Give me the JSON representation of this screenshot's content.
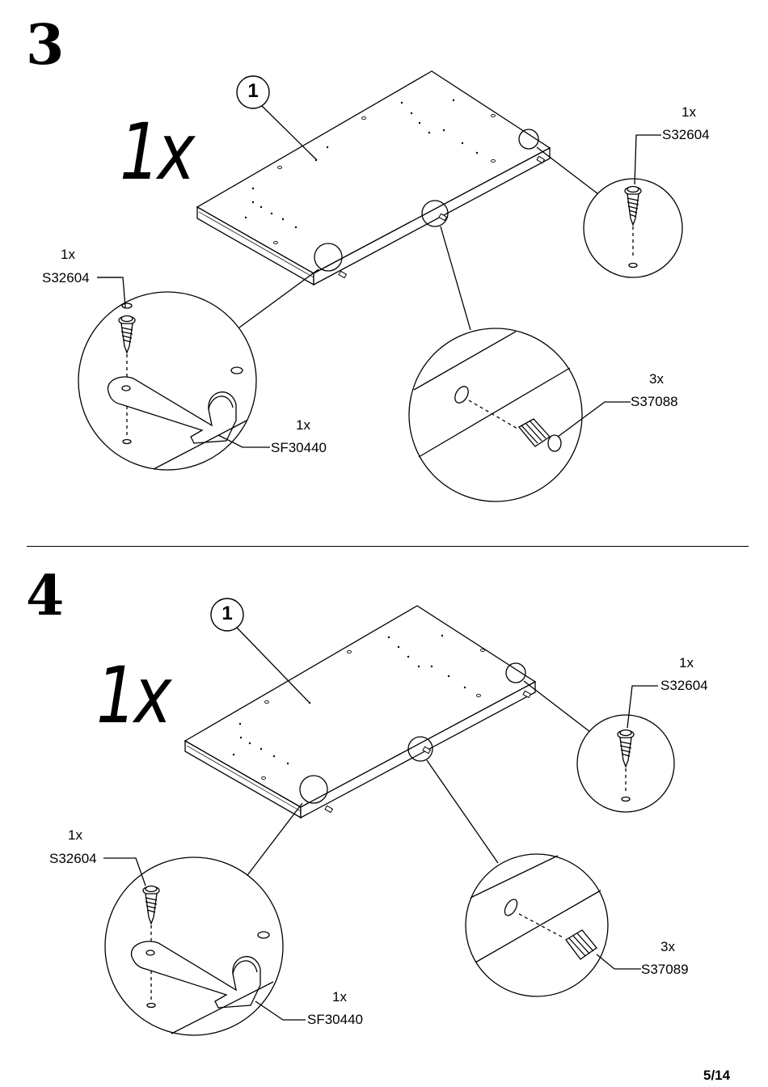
{
  "steps": [
    {
      "number": "3",
      "quantity": "1x",
      "part_badge": "1",
      "callouts": {
        "screw_right_qty": "1x",
        "screw_right_code": "S32604",
        "screw_left_qty": "1x",
        "screw_left_code": "S32604",
        "bracket_qty": "1x",
        "bracket_code": "SF30440",
        "dowel_qty": "3x",
        "dowel_code": "S37088"
      }
    },
    {
      "number": "4",
      "quantity": "1x",
      "part_badge": "1",
      "callouts": {
        "screw_right_qty": "1x",
        "screw_right_code": "S32604",
        "screw_left_qty": "1x",
        "screw_left_code": "S32604",
        "bracket_qty": "1x",
        "bracket_code": "SF30440",
        "dowel_qty": "3x",
        "dowel_code": "S37089"
      }
    }
  ],
  "page_number": "5/14"
}
